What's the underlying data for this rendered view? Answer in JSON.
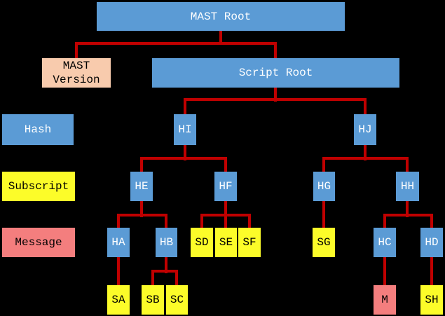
{
  "palette": {
    "hash_blue": "#5b9bd5",
    "subscript_yellow": "#fcfc29",
    "message_salmon": "#f47e7e",
    "version_peach": "#f8cbad",
    "connector_red": "#c00000",
    "background": "#000000"
  },
  "top": {
    "mast_root": "MAST Root",
    "mast_version": "MAST Version",
    "script_root": "Script Root"
  },
  "legend": {
    "hash": "Hash",
    "subscript": "Subscript",
    "message": "Message"
  },
  "nodes": {
    "HI": "HI",
    "HJ": "HJ",
    "HE": "HE",
    "HF": "HF",
    "HG": "HG",
    "HH": "HH",
    "HA": "HA",
    "HB": "HB",
    "HC": "HC",
    "HD": "HD",
    "SA": "SA",
    "SB": "SB",
    "SC": "SC",
    "SD": "SD",
    "SE": "SE",
    "SF": "SF",
    "SG": "SG",
    "SH": "SH",
    "M": "M"
  },
  "edges": [
    {
      "from": "MAST Root",
      "to": [
        "MAST Version",
        "Script Root"
      ]
    },
    {
      "from": "Script Root",
      "to": [
        "HI",
        "HJ"
      ]
    },
    {
      "from": "HI",
      "to": [
        "HE",
        "HF"
      ]
    },
    {
      "from": "HJ",
      "to": [
        "HG",
        "HH"
      ]
    },
    {
      "from": "HE",
      "to": [
        "HA",
        "HB"
      ]
    },
    {
      "from": "HF",
      "to": [
        "SD",
        "SE",
        "SF"
      ]
    },
    {
      "from": "HG",
      "to": [
        "SG"
      ]
    },
    {
      "from": "HH",
      "to": [
        "HC",
        "HD"
      ]
    },
    {
      "from": "HA",
      "to": [
        "SA"
      ]
    },
    {
      "from": "HB",
      "to": [
        "SB",
        "SC"
      ]
    },
    {
      "from": "HC",
      "to": [
        "M"
      ]
    },
    {
      "from": "HD",
      "to": [
        "SH"
      ]
    }
  ]
}
